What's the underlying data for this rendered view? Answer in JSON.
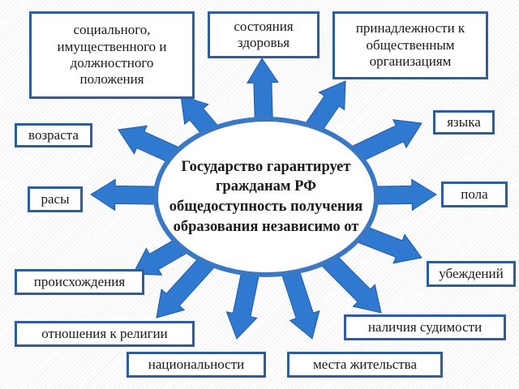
{
  "center_text": "Государство гарантирует гражданам РФ общедоступность получения образования независимо от",
  "items": {
    "social": "социального, имущественного и должностного положения",
    "health": "состояния здоровья",
    "membership": "принадлежности к общественным организациям",
    "language": "языка",
    "age": "возраста",
    "gender": "пола",
    "race": "расы",
    "beliefs": "убеждений",
    "origin": "происхождения",
    "record": "наличия судимости",
    "religion": "отношения к религии",
    "nationality": "национальности",
    "residence": "места жительства"
  },
  "colors": {
    "arrow": "#2f7ad0",
    "ellipse_border": "#3a78c4",
    "box_border": "#2f5c9a"
  }
}
